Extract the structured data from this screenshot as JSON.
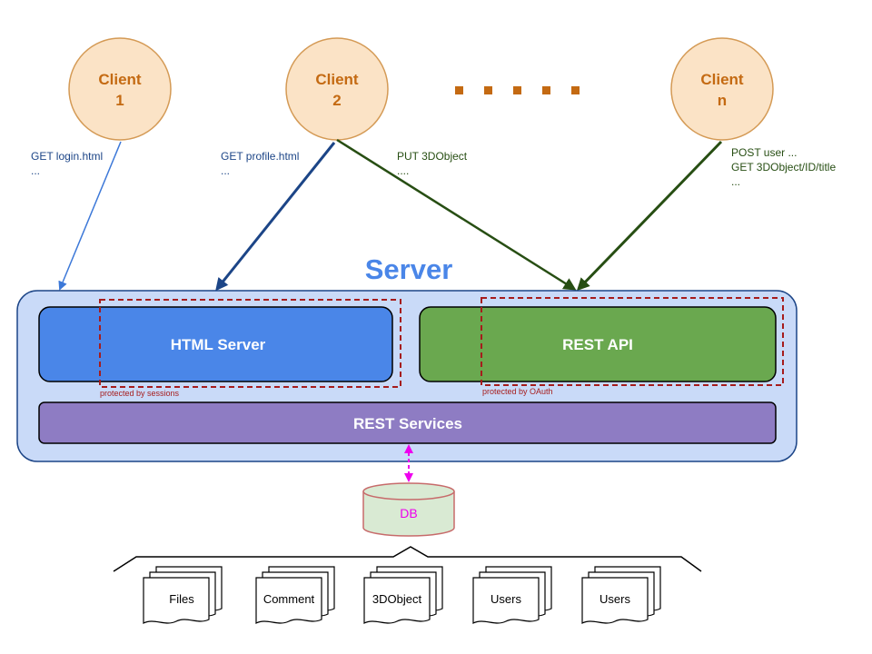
{
  "clients": [
    {
      "label_line1": "Client",
      "label_line2": "1"
    },
    {
      "label_line1": "Client",
      "label_line2": "2"
    },
    {
      "label_line1": "Client",
      "label_line2": "n"
    }
  ],
  "requests": {
    "client1": [
      "GET login.html",
      "..."
    ],
    "client2_html": [
      "GET profile.html",
      "..."
    ],
    "client2_rest": [
      "PUT 3DObject",
      "...."
    ],
    "clientn": [
      "POST user ...",
      "GET 3DObject/ID/title",
      "..."
    ]
  },
  "server": {
    "title": "Server",
    "html_server": "HTML Server",
    "rest_api": "REST API",
    "rest_services": "REST Services",
    "html_protection": "protected by sessions",
    "rest_protection": "protected by OAuth"
  },
  "database": {
    "label": "DB"
  },
  "collections": [
    "Files",
    "Comment",
    "3DObject",
    "Users",
    "Users"
  ],
  "colors": {
    "client_fill": "#fbe3c6",
    "client_stroke": "#d49a55",
    "client_text": "#c46a12",
    "dots": "#c46a12",
    "server_title": "#4a86e8",
    "server_panel": "#c9daf8",
    "html_server_fill": "#4a86e8",
    "rest_api_fill": "#6aa84f",
    "rest_services_fill": "#8e7cc3",
    "protection_line": "#a61c1c",
    "db_fill": "#d9ead3",
    "db_stroke": "#c76b6b",
    "db_text": "#ee00ee",
    "db_link": "#ee00ee",
    "arrow_client1": "#3c78d8",
    "arrow_client2_html": "#1c4587",
    "arrow_rest": "#274e13",
    "text_blue": "#1c4587",
    "text_green": "#274e13"
  }
}
